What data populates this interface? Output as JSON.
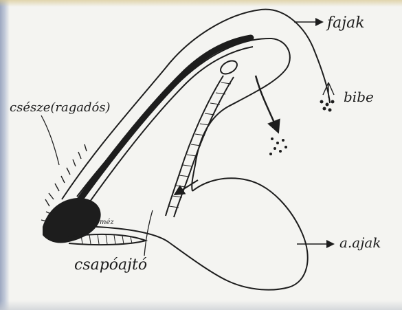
{
  "labels": {
    "fajak": "fajak",
    "bibe": "bibe",
    "csesze": "csésze(ragadós)",
    "a_ajak": "a.ajak",
    "csapoajto": "csapóajtó",
    "mez": "méz"
  },
  "colors": {
    "ink": "#1d1d1d",
    "paper": "#f4f4f1"
  }
}
